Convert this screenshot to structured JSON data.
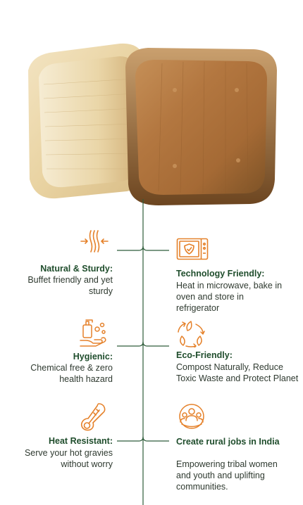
{
  "colors": {
    "accent": "#e5812a",
    "title": "#1f4d2c",
    "line": "#2e5c3a",
    "text": "#2f3a30"
  },
  "features": {
    "natural": {
      "title": "Natural & Sturdy:",
      "desc": "Buffet friendly and yet sturdy",
      "icon": "compress-arrows-icon"
    },
    "technology": {
      "title": "Technology Friendly:",
      "desc": "Heat in microwave, bake in oven and store in refrigerator",
      "icon": "microwave-icon"
    },
    "hygienic": {
      "title": "Hygienic:",
      "desc": "Chemical free & zero health hazard",
      "icon": "hand-wash-icon"
    },
    "eco": {
      "title": "Eco-Friendly:",
      "desc": "Compost Naturally, Reduce Toxic Waste and Protect Planet",
      "icon": "recycle-leaf-icon"
    },
    "heat": {
      "title": "Heat Resistant:",
      "desc": "Serve your hot gravies without worry",
      "icon": "thermometer-icon"
    },
    "rural": {
      "title": "Create rural jobs in India",
      "desc": "Empowering tribal women and youth and uplifting communities.",
      "icon": "community-icon"
    }
  }
}
